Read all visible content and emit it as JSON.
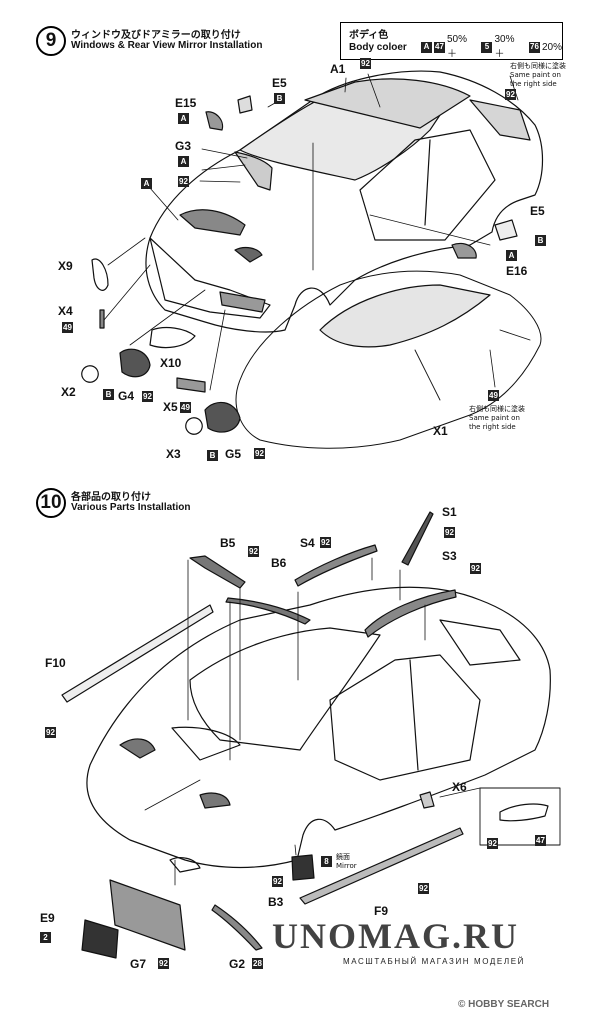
{
  "step9": {
    "number": "9",
    "title_jp": "ウィンドウ及びドアミラーの取り付け",
    "title_en": "Windows & Rear View Mirror Installation"
  },
  "legend": {
    "title_jp": "ボディ色",
    "title_en": "Body coloer",
    "formula": [
      {
        "code": "A",
        "value": ""
      },
      {
        "code": "47",
        "value": "50% ＋"
      },
      {
        "code": "5",
        "value": "30% ＋"
      },
      {
        "code": "76",
        "value": "20%"
      }
    ]
  },
  "step9_labels": {
    "a1": "A1",
    "e5_top": "E5",
    "e15": "E15",
    "g3": "G3",
    "x9": "X9",
    "x4": "X4",
    "x10": "X10",
    "x2": "X2",
    "g4": "G4",
    "x5": "X5",
    "x3": "X3",
    "g5": "G5",
    "e5_right": "E5",
    "e16": "E16",
    "x1": "X1"
  },
  "step9_codes": {
    "a1": "92",
    "e5": "B",
    "e15_mark": "A",
    "g3_mark": "A",
    "g3_paint": "92",
    "body_mark": "A",
    "x4": "49",
    "x2": "B",
    "g4": "92",
    "x5": "49",
    "x3": "B",
    "g5": "92",
    "e5_right": "B",
    "e16": "A",
    "x1": "49",
    "top_right": "92"
  },
  "notes": {
    "same_paint_jp": "右側も同様に塗装",
    "same_paint_en1": "Same paint on",
    "same_paint_en2": "the right side"
  },
  "step10": {
    "number": "10",
    "title_jp": "各部品の取り付け",
    "title_en": "Various Parts Installation"
  },
  "step10_labels": {
    "s1": "S1",
    "b5": "B5",
    "s4": "S4",
    "b6": "B6",
    "s3": "S3",
    "f10": "F10",
    "x6": "X6",
    "e9": "E9",
    "g7": "G7",
    "b3": "B3",
    "f9": "F9",
    "g2": "G2"
  },
  "step10_codes": {
    "s1": "92",
    "b5": "92",
    "s4": "92",
    "s3": "92",
    "f10": "92",
    "x6_a": "92",
    "x6_b": "47",
    "e9": "2",
    "g7": "92",
    "b3_mark": "8",
    "b3": "92",
    "f9": "92",
    "g2": "28"
  },
  "mirror_note": {
    "jp": "鏡面",
    "en": "Mirror"
  },
  "watermark": {
    "main": "UNOMAG.RU",
    "sub": "МАСШТАБНЫЙ МАГАЗИН МОДЕЛЕЙ",
    "corner": "© HOBBY SEARCH"
  }
}
